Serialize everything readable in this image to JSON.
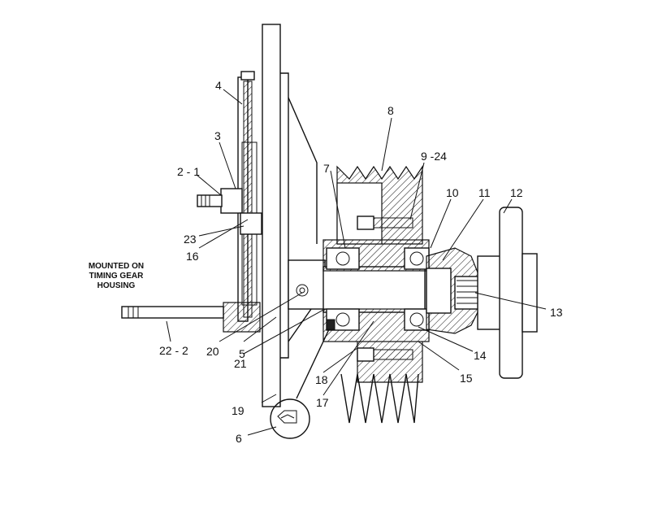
{
  "diagram": {
    "note_lines": [
      "MOUNTED ON",
      "TIMING GEAR",
      "HOUSING"
    ],
    "callouts": {
      "c2_1": "2 - 1",
      "c3": "3",
      "c4": "4",
      "c5": "5",
      "c6": "6",
      "c7": "7",
      "c8": "8",
      "c9_24": "9 -24",
      "c10": "10",
      "c11": "11",
      "c12": "12",
      "c13": "13",
      "c14": "14",
      "c15": "15",
      "c16": "16",
      "c17": "17",
      "c18": "18",
      "c19": "19",
      "c20": "20",
      "c21": "21",
      "c22_2": "22 - 2",
      "c23": "23"
    }
  }
}
